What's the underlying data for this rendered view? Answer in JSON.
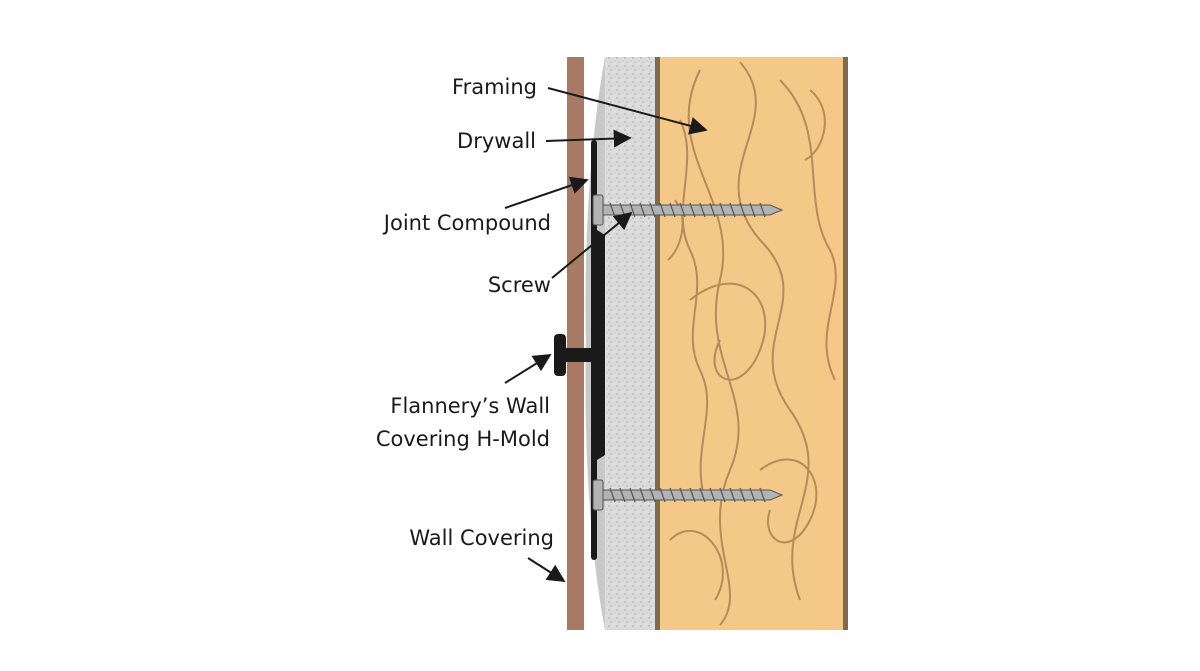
{
  "labels": {
    "framing": "Framing",
    "drywall": "Drywall",
    "joint_compound": "Joint Compound",
    "screw": "Screw",
    "hmold_line1": "Flannery’s Wall",
    "hmold_line2": "Covering H-Mold",
    "wall_covering": "Wall Covering"
  },
  "colors": {
    "framing_wood": "#f4c988",
    "framing_grain": "#b8895a",
    "framing_edge": "#7f6a4d",
    "drywall": "#d9d9d9",
    "joint_compound": "#c8c8c8",
    "wall_covering": "#a87a63",
    "hmold": "#1a1a1a",
    "screw": "#b3b3b3",
    "arrow": "#1a1a1a"
  }
}
